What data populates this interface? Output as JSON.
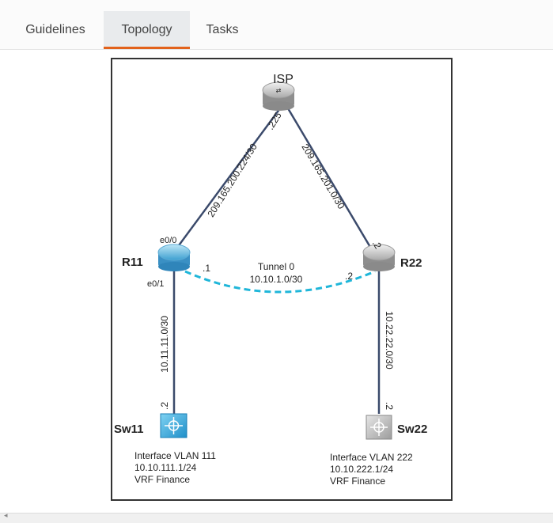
{
  "tabs": [
    {
      "label": "Guidelines",
      "active": false
    },
    {
      "label": "Topology",
      "active": true
    },
    {
      "label": "Tasks",
      "active": false
    }
  ],
  "colors": {
    "active_tab_underline": "#e2621b",
    "tunnel": "#1fb6d9",
    "link": "#3b4a6b"
  },
  "topology": {
    "devices": {
      "isp": {
        "name": "ISP",
        "icon": "router-icon"
      },
      "r11": {
        "name": "R11",
        "icon": "router-icon"
      },
      "r22": {
        "name": "R22",
        "icon": "router-icon"
      },
      "sw11": {
        "name": "Sw11",
        "icon": "multilayer-switch-icon"
      },
      "sw22": {
        "name": "Sw22",
        "icon": "multilayer-switch-icon"
      }
    },
    "links": {
      "isp_r11": {
        "subnet": "209.165.200.224/30",
        "isp_host": ".225"
      },
      "isp_r22": {
        "subnet": "209.165.201.0/30",
        "r22_host": ".2"
      },
      "r11_sw11": {
        "subnet": "10.11.11.0/30",
        "sw11_host": ".2"
      },
      "r22_sw22": {
        "subnet": "10.22.22.0/30",
        "sw22_host": ".2"
      }
    },
    "r11_interfaces": {
      "e00": "e0/0",
      "e01": "e0/1"
    },
    "tunnel": {
      "name": "Tunnel 0",
      "subnet": "10.10.1.0/30",
      "r11_host": ".1",
      "r22_host": ".2"
    },
    "sw11_info": {
      "line1": "Interface VLAN 111",
      "line2": "10.10.111.1/24",
      "line3": "VRF Finance"
    },
    "sw22_info": {
      "line1": "Interface VLAN 222",
      "line2": "10.10.222.1/24",
      "line3": "VRF Finance"
    }
  }
}
